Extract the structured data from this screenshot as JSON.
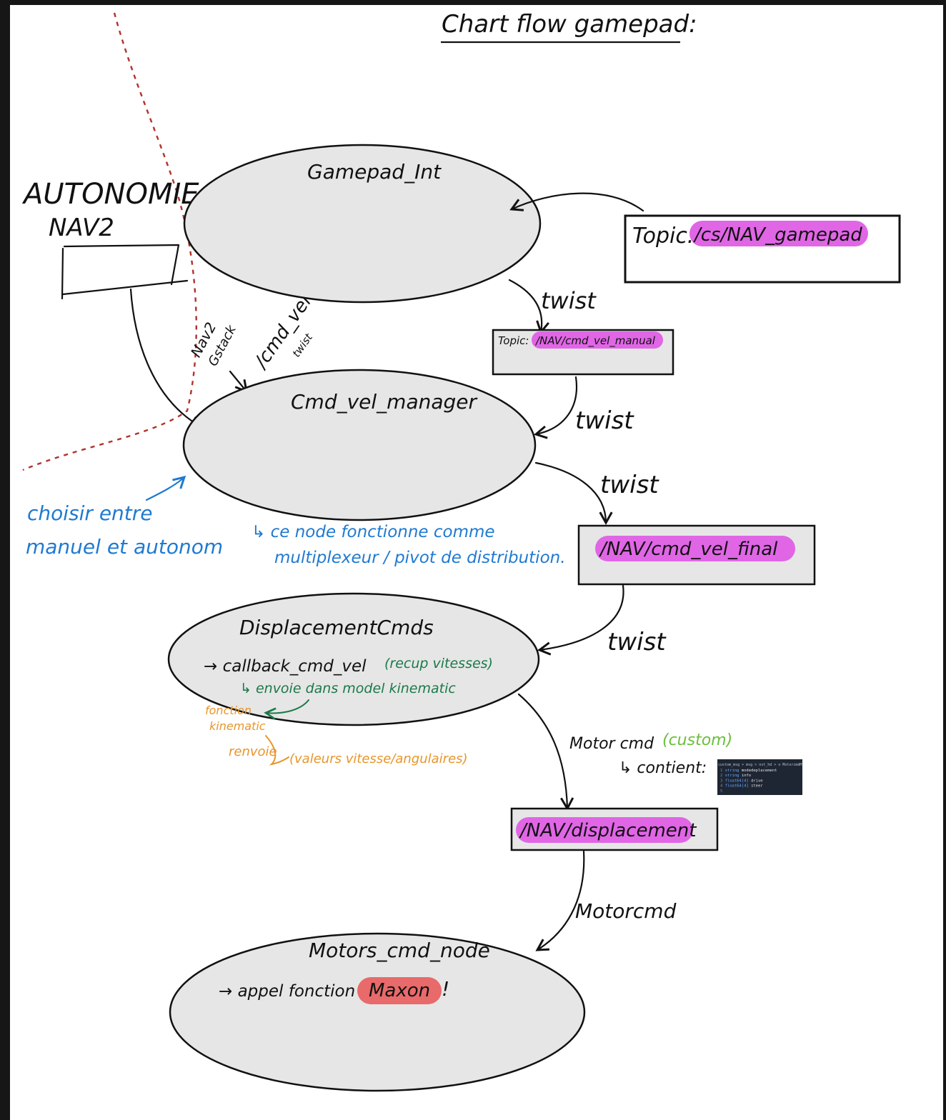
{
  "title": "Chart flow gamepad:",
  "colors": {
    "node_fill": "#e6e6e6",
    "topic_highlight": "#e066e6",
    "maxon_highlight": "#e86a6a",
    "blue_note": "#1f7ad1",
    "green_note": "#1b7a4a",
    "orange_note": "#e8962b",
    "custom_green": "#6bbf3a",
    "dashed_border": "#b0322a"
  },
  "autonomie": {
    "title": "AUTONOMIE",
    "subtitle": "NAV2",
    "side_label_1": "Nav2",
    "side_label_2": "Gstack",
    "topic_label": "/cmd_vel",
    "topic_type": "twist"
  },
  "nodes": {
    "gamepad_int": {
      "label": "Gamepad_Int"
    },
    "cmd_vel_manager": {
      "label": "Cmd_vel_manager"
    },
    "displacement_cmds": {
      "label": "DisplacementCmds",
      "line1": "→ callback_cmd_vel",
      "line1_note": "(recup vitesses)",
      "line2": "↳ envoie dans model kinematic"
    },
    "motors_cmd_node": {
      "label": "Motors_cmd_node",
      "line1": "→ appel fonction",
      "highlight": "Maxon",
      "exclaim": "!"
    }
  },
  "topics": {
    "gamepad": {
      "prefix": "Topic:",
      "name": "/cs/NAV_gamepad"
    },
    "manual": {
      "prefix": "Topic:",
      "name": "/NAV/cmd_vel_manual"
    },
    "final": {
      "name": "/NAV/cmd_vel_final"
    },
    "displacement": {
      "name": "/NAV/displacement"
    }
  },
  "edges": {
    "e1": "twist",
    "e2": "twist",
    "e3": "twist",
    "e4": "twist",
    "motor_cmd": "Motor cmd",
    "custom": "(custom)",
    "contient": "↳ contient:",
    "motorcmd": "Motorcmd"
  },
  "notes": {
    "choisir_1": "choisir entre",
    "choisir_2": "manuel et autonom",
    "node_1": "↳ ce node fonctionne comme",
    "node_2": "multiplexeur / pivot de distribution.",
    "fonction_1": "fonction",
    "fonction_2": "kinematic",
    "renvoie": "renvoie",
    "renvoie_values": "(valeurs vitesse/angulaires)"
  },
  "code_snippet": {
    "header": "custom_msg > msg > nst_hd > ≡ MotorcmdM",
    "lines": [
      {
        "num": "1",
        "type": "string",
        "name": "modedeplacement"
      },
      {
        "num": "2",
        "type": "string",
        "name": "info"
      },
      {
        "num": "3",
        "type": "float64[4]",
        "name": "drive"
      },
      {
        "num": "4",
        "type": "float64[4]",
        "name": "steer"
      },
      {
        "num": "5",
        "type": "",
        "name": ""
      }
    ]
  }
}
